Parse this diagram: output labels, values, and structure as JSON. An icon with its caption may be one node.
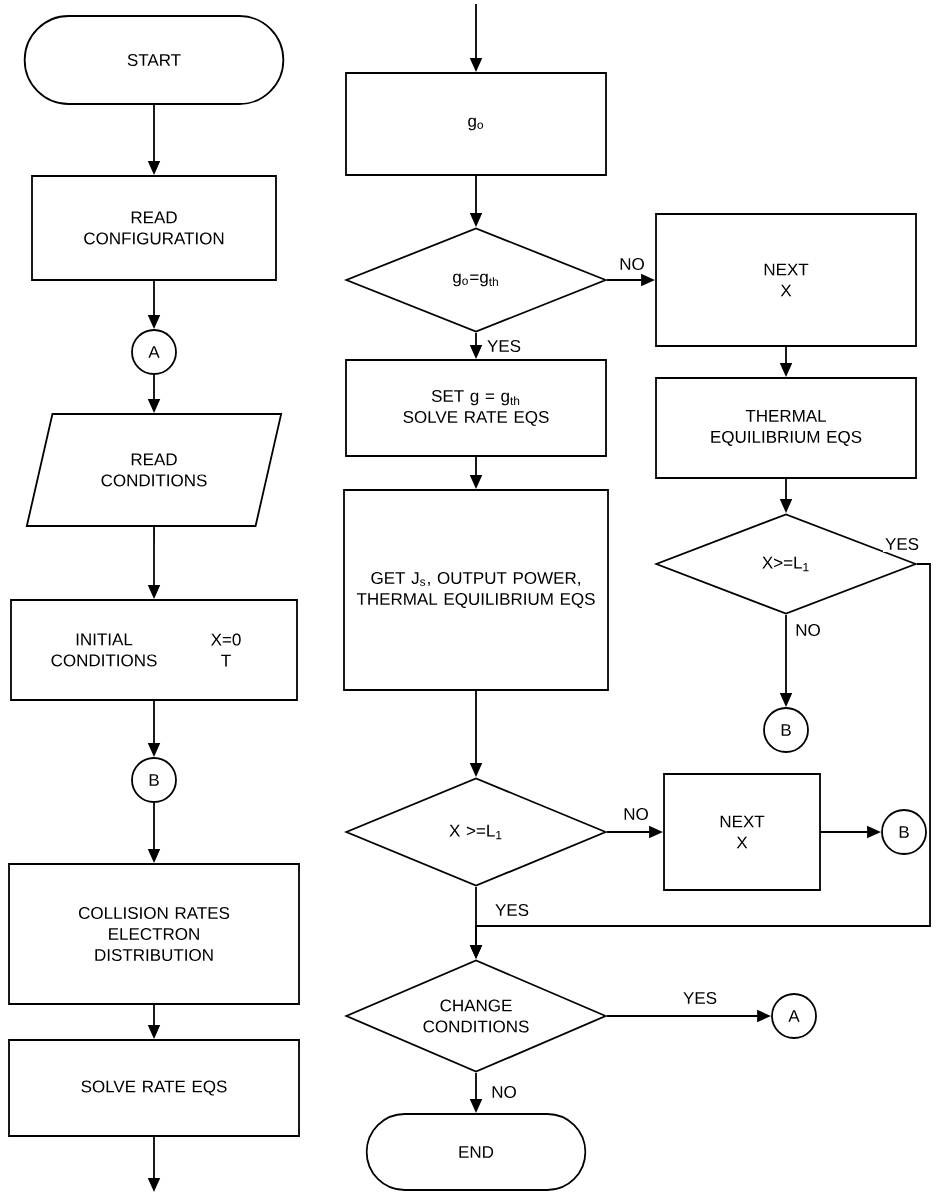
{
  "diagram": {
    "nodes": [
      {
        "text": [
          "START"
        ]
      },
      {
        "text": [
          "READ CONFIGURATION"
        ]
      },
      {
        "text": [
          "A"
        ]
      },
      {
        "text": [
          "READ CONDITIONS"
        ]
      },
      {
        "text": [
          "INITIAL CONDITIONS",
          "X=0",
          "T"
        ]
      },
      {
        "text": [
          "B"
        ]
      },
      {
        "text": [
          "COLLISION RATES ELECTRON DISTRIBUTION"
        ]
      },
      {
        "text": [
          "SOLVE RATE EQS"
        ]
      },
      {
        "text": [
          "g$_{o}$"
        ]
      },
      {
        "text": [
          "g$_{o}$=g$_{th}$"
        ]
      },
      {
        "text": [
          "SET g = g$_{th}$ SOLVE RATE EQS"
        ]
      },
      {
        "text": [
          "GET J$_{s}$, OUTPUT POWER, THERMAL EQUILIBRIUM EQS"
        ]
      },
      {
        "text": [
          "NEXT X"
        ]
      },
      {
        "text": [
          "THERMAL EQUILIBRIUM EQS"
        ]
      },
      {
        "text": [
          "X>=L$_{1}$"
        ]
      },
      {
        "text": [
          "B"
        ]
      },
      {
        "text": [
          "X >=L$_{1}$"
        ]
      },
      {
        "text": [
          "NEXT X"
        ]
      },
      {
        "text": [
          "B"
        ]
      },
      {
        "text": [
          "CHANGE CONDITIONS"
        ]
      },
      {
        "text": [
          "A"
        ]
      },
      {
        "text": [
          "END"
        ]
      }
    ],
    "edges": [
      {
        "from": 0,
        "to": 1,
        "arrow": "to"
      },
      {
        "from": 1,
        "to": 2,
        "arrow": "to"
      },
      {
        "from": 2,
        "to": 3,
        "arrow": "to"
      },
      {
        "from": 3,
        "to": 4,
        "arrow": "to"
      },
      {
        "from": 4,
        "to": 5,
        "arrow": "to"
      },
      {
        "from": 5,
        "to": 6,
        "arrow": "to"
      },
      {
        "from": 6,
        "to": 7,
        "arrow": "to"
      },
      {
        "from": 7,
        "to": null,
        "arrow": "to"
      },
      {
        "from": null,
        "to": 8,
        "arrow": "to"
      },
      {
        "from": 8,
        "to": 9,
        "arrow": "to"
      },
      {
        "from": 9,
        "to": 10,
        "arrow": "to",
        "label": "YES"
      },
      {
        "from": 9,
        "to": 12,
        "arrow": "to",
        "label": "NO"
      },
      {
        "from": 10,
        "to": 11,
        "arrow": "to"
      },
      {
        "from": 11,
        "to": 16,
        "arrow": "to"
      },
      {
        "from": 12,
        "to": 13,
        "arrow": "to"
      },
      {
        "from": 13,
        "to": 14,
        "arrow": "to"
      },
      {
        "from": 14,
        "to": 15,
        "arrow": "to",
        "label": "NO"
      },
      {
        "from": 14,
        "to": 19,
        "arrow": "to",
        "label": "YES"
      },
      {
        "from": 16,
        "to": 17,
        "arrow": "to",
        "label": "NO"
      },
      {
        "from": 16,
        "to": 19,
        "arrow": "to",
        "label": "YES"
      },
      {
        "from": 17,
        "to": 18,
        "arrow": "to"
      },
      {
        "from": 19,
        "to": 20,
        "arrow": "to",
        "label": "YES"
      },
      {
        "from": 19,
        "to": 21,
        "arrow": "to",
        "label": "NO"
      }
    ]
  }
}
